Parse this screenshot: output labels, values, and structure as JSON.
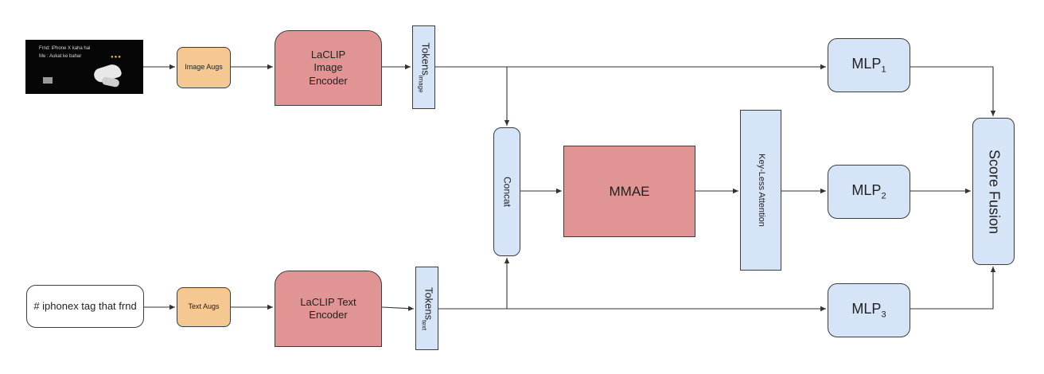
{
  "diagram": {
    "meme": {
      "line1": "Frnd: iPhone X kaha hai",
      "line2": "Me : Aukat ke bahar"
    },
    "text_input": "# iphonex tag that frnd",
    "image_augs": "Image Augs",
    "text_augs": "Text Augs",
    "image_encoder": "LaCLIP Image Encoder",
    "text_encoder": "LaCLIP Text Encoder",
    "tokens_image": {
      "base": "Tokens",
      "sub": "image"
    },
    "tokens_text": {
      "base": "Tokens",
      "sub": "text"
    },
    "concat": "Concat",
    "mmae": "MMAE",
    "key_less_attention": "Key-Less Attention",
    "mlp1": {
      "base": "MLP",
      "sub": "1"
    },
    "mlp2": {
      "base": "MLP",
      "sub": "2"
    },
    "mlp3": {
      "base": "MLP",
      "sub": "3"
    },
    "score_fusion": "Score Fusion"
  },
  "colors": {
    "token_box": "#d6e4f7",
    "encoder_box": "#e09493",
    "augs_box": "#f4c890",
    "arrow": "#333333"
  }
}
